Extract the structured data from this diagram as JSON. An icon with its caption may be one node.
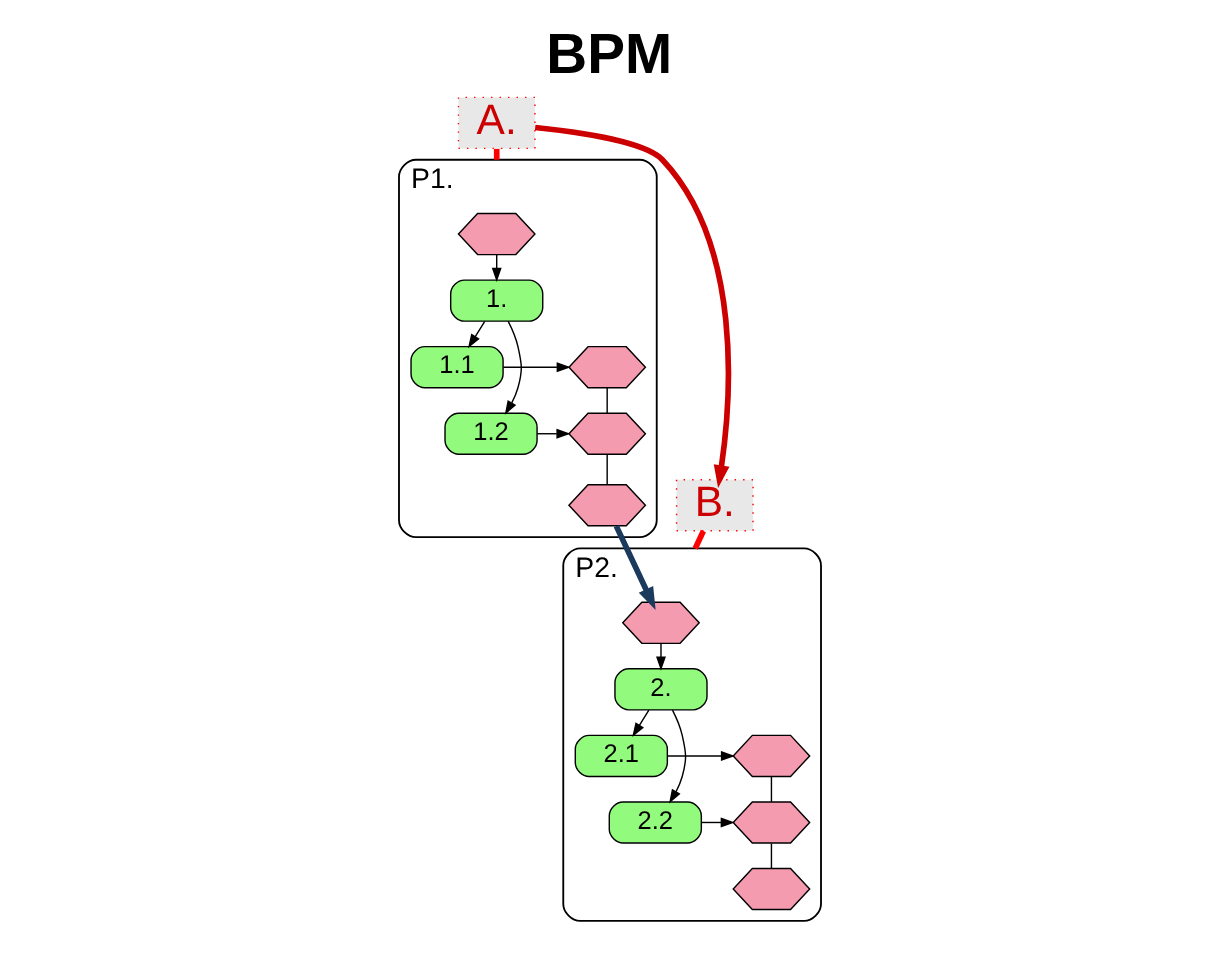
{
  "diagram": {
    "title": "BPM",
    "nodes": [
      {
        "text": [
          "A."
        ]
      },
      {
        "text": [
          "P1."
        ]
      },
      {
        "text": [],
        "shape": "hexagon",
        "in": 1
      },
      {
        "text": [
          "1."
        ],
        "in": 1
      },
      {
        "text": [
          "1.1"
        ],
        "in": 1
      },
      {
        "text": [
          "1.2"
        ],
        "in": 1
      },
      {
        "text": [],
        "shape": "hexagon",
        "in": 1
      },
      {
        "text": [],
        "shape": "hexagon",
        "in": 1
      },
      {
        "text": [],
        "shape": "hexagon",
        "in": 1
      },
      {
        "text": [
          "P2."
        ]
      },
      {
        "text": [],
        "shape": "hexagon",
        "in": 9
      },
      {
        "text": [
          "2."
        ],
        "in": 9
      },
      {
        "text": [
          "2.1"
        ],
        "in": 9
      },
      {
        "text": [
          "2.2"
        ],
        "in": 9
      },
      {
        "text": [],
        "shape": "hexagon",
        "in": 9
      },
      {
        "text": [],
        "shape": "hexagon",
        "in": 9
      },
      {
        "text": [],
        "shape": "hexagon",
        "in": 9
      },
      {
        "text": [
          "B."
        ]
      }
    ],
    "edges": [
      {
        "from": 0,
        "to": 1,
        "arrow": "none",
        "style": "thick",
        "color": "#ff0000"
      },
      {
        "from": 2,
        "to": 3,
        "arrow": "to"
      },
      {
        "from": 3,
        "to": 4,
        "arrow": "to"
      },
      {
        "from": 3,
        "to": 5,
        "arrow": "to"
      },
      {
        "from": 4,
        "to": 6,
        "arrow": "to"
      },
      {
        "from": 5,
        "to": 7,
        "arrow": "to"
      },
      {
        "from": 6,
        "to": 7,
        "arrow": "none"
      },
      {
        "from": 7,
        "to": 8,
        "arrow": "none"
      },
      {
        "from": 8,
        "to": 10,
        "arrow": "to",
        "style": "thick",
        "color": "#1b3a5c"
      },
      {
        "from": 10,
        "to": 11,
        "arrow": "to"
      },
      {
        "from": 11,
        "to": 12,
        "arrow": "to"
      },
      {
        "from": 11,
        "to": 13,
        "arrow": "to"
      },
      {
        "from": 12,
        "to": 14,
        "arrow": "to"
      },
      {
        "from": 13,
        "to": 15,
        "arrow": "to"
      },
      {
        "from": 14,
        "to": 15,
        "arrow": "none"
      },
      {
        "from": 15,
        "to": 16,
        "arrow": "none"
      },
      {
        "from": 17,
        "to": 9,
        "arrow": "none",
        "style": "thick",
        "color": "#ff0000"
      },
      {
        "from": 0,
        "to": 17,
        "arrow": "to",
        "style": "thick",
        "color": "#cc0000"
      }
    ]
  }
}
